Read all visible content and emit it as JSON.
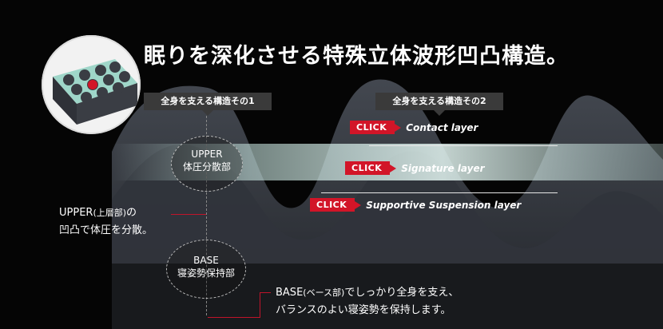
{
  "title": "眠りを深化させる特殊立体波形凹凸構造。",
  "tags": {
    "structure1": "全身を支える構造その1",
    "structure2": "全身を支える構造その2"
  },
  "circles": {
    "upper": [
      "UPPER",
      "体圧分散部"
    ],
    "base": [
      "BASE",
      "寝姿勢保持部"
    ]
  },
  "layers": [
    {
      "badge": "CLICK",
      "label": "Contact layer"
    },
    {
      "badge": "CLICK",
      "label": "Signature layer"
    },
    {
      "badge": "CLICK",
      "label": "Supportive Suspension layer"
    }
  ],
  "notes": {
    "upper_line1_a": "UPPER",
    "upper_line1_b": "(上層部)",
    "upper_line1_c": "の",
    "upper_line2": "凹凸で体圧を分散。",
    "base_line1_a": "BASE",
    "base_line1_b": "(ベース部)",
    "base_line1_c": "でしっかり全身を支え、",
    "base_line2": "バランスのよい寝姿勢を保持します。"
  },
  "colors": {
    "accent": "#d21528",
    "foam": "#3b3f47",
    "signature_band": "#c8ede6",
    "background": "#050505"
  }
}
